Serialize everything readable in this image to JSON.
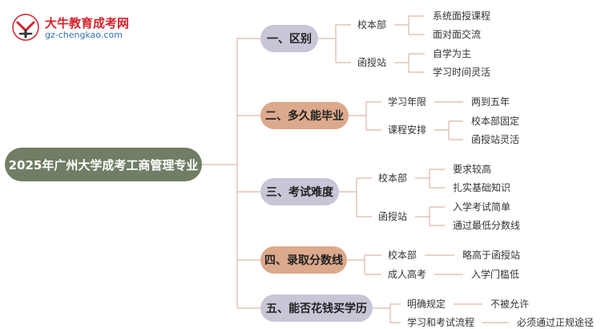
{
  "logo": {
    "title": "大牛教育成考网",
    "url": "gz-chengkao.com"
  },
  "root": {
    "label": "2025年广州大学成考工商管理专业"
  },
  "branches": [
    {
      "label": "一、区别",
      "children": [
        {
          "label": "校本部",
          "leaves": [
            "系统面授课程",
            "面对面交流"
          ]
        },
        {
          "label": "函授站",
          "leaves": [
            "自学为主",
            "学习时间灵活"
          ]
        }
      ]
    },
    {
      "label": "二、多久能毕业",
      "children": [
        {
          "label": "学习年限",
          "leaves": [
            "两到五年"
          ]
        },
        {
          "label": "课程安排",
          "leaves": [
            "校本部固定",
            "函授站灵活"
          ]
        }
      ]
    },
    {
      "label": "三、考试难度",
      "children": [
        {
          "label": "校本部",
          "leaves": [
            "要求较高",
            "扎实基础知识"
          ]
        },
        {
          "label": "函授站",
          "leaves": [
            "入学考试简单",
            "通过最低分数线"
          ]
        }
      ]
    },
    {
      "label": "四、录取分数线",
      "children": [
        {
          "label": "校本部",
          "leaves": [
            "略高于函授站"
          ]
        },
        {
          "label": "成人高考",
          "leaves": [
            "入学门槛低"
          ]
        }
      ]
    },
    {
      "label": "五、能否花钱买学历",
      "children": [
        {
          "label": "明确规定",
          "leaves": [
            "不被允许"
          ]
        },
        {
          "label": "学习和考试流程",
          "leaves": [
            "必须通过正规途径"
          ]
        }
      ]
    }
  ],
  "colors": {
    "root_fill": "#6f7e64",
    "branch_fill_gray": "#c7c6d6",
    "branch_fill_brown": "#dca98c",
    "connector": "#dcb7a6",
    "logo_red": "#d4232b",
    "logo_blue": "#2e6db4"
  }
}
